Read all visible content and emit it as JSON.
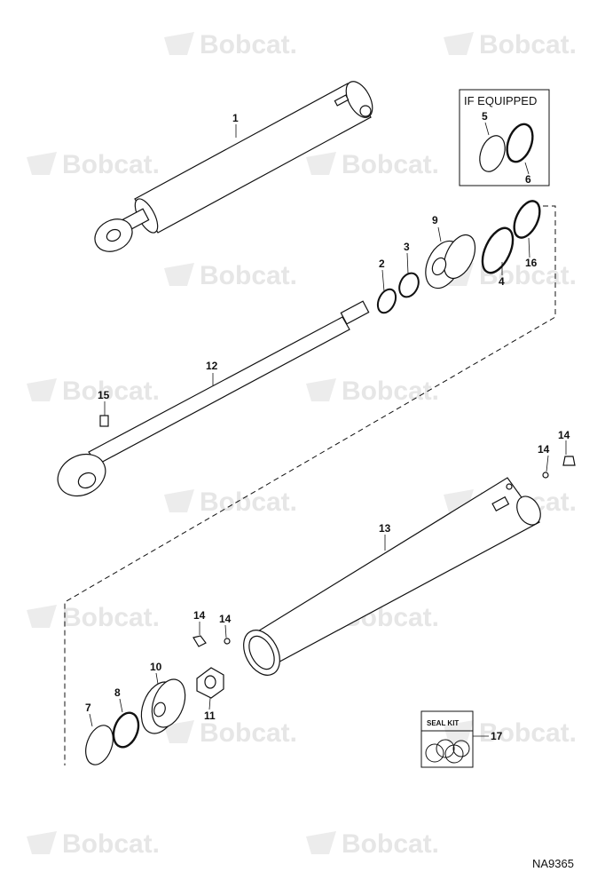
{
  "watermark": {
    "text": "Bobcat."
  },
  "if_equipped_box": {
    "title": "IF EQUIPPED"
  },
  "seal_kit_box": {
    "title": "SEAL KIT"
  },
  "drawing_number": "NA9365",
  "callouts": {
    "c1": "1",
    "c2": "2",
    "c3": "3",
    "c4": "4",
    "c5": "5",
    "c6": "6",
    "c7": "7",
    "c8": "8",
    "c9": "9",
    "c10": "10",
    "c11": "11",
    "c12": "12",
    "c13": "13",
    "c14a": "14",
    "c14b": "14",
    "c14c": "14",
    "c14d": "14",
    "c15": "15",
    "c16": "16",
    "c17": "17"
  }
}
